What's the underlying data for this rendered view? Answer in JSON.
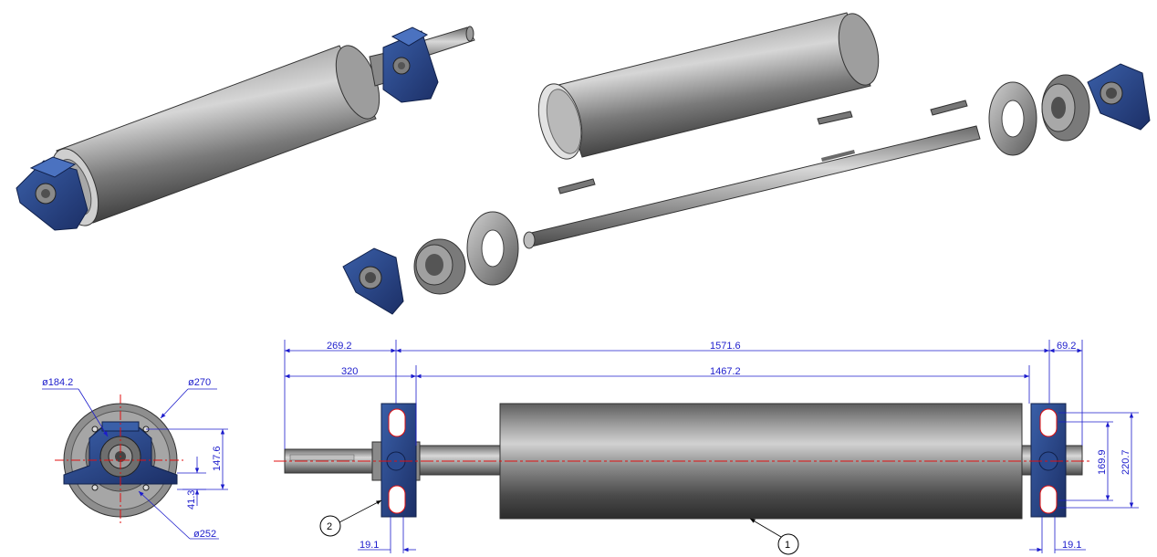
{
  "drawing": {
    "dimensions": {
      "side_view": {
        "d_hub": "ø184.2",
        "d_disc": "ø270",
        "d_shell": "ø252",
        "h_center": "147.6",
        "h_base": "41.3"
      },
      "front_view": {
        "top_left": "269.2",
        "top_mid": "1571.6",
        "top_right": "69.2",
        "second_left": "320",
        "second_mid": "1467.2",
        "bottom_left": "19.1",
        "bottom_right": "19.1",
        "right_inner": "169.9",
        "right_outer": "220.7"
      }
    },
    "balloons": {
      "shell": "1",
      "bearing": "2"
    }
  }
}
